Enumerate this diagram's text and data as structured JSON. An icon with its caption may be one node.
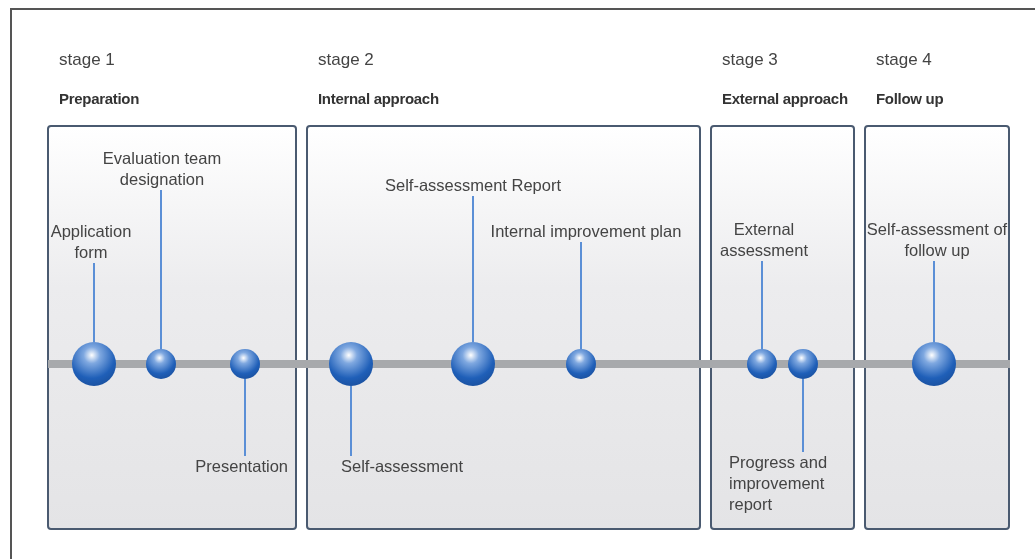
{
  "diagram": {
    "nodes": [
      {
        "text": [
          "stage 1",
          "Preparation"
        ]
      },
      {
        "text": [
          "Evaluation team designation"
        ],
        "in": 0
      },
      {
        "text": [
          "Application form"
        ],
        "in": 0
      },
      {
        "text": [],
        "shape": "circle",
        "in": 0
      },
      {
        "text": [],
        "shape": "circle",
        "in": 0
      },
      {
        "text": [],
        "shape": "circle",
        "in": 0
      },
      {
        "text": [
          "Presentation"
        ],
        "in": 0
      },
      {
        "text": [
          "stage 2",
          "Internal approach"
        ]
      },
      {
        "text": [
          "Self-assessment Report"
        ],
        "in": 7
      },
      {
        "text": [
          "Internal improvement plan"
        ],
        "in": 7
      },
      {
        "text": [],
        "shape": "circle",
        "in": 7
      },
      {
        "text": [],
        "shape": "circle",
        "in": 7
      },
      {
        "text": [],
        "shape": "circle",
        "in": 7
      },
      {
        "text": [
          "Self-assessment"
        ],
        "in": 7
      },
      {
        "text": [
          "stage 3",
          "External approach"
        ]
      },
      {
        "text": [
          "External assessment"
        ],
        "in": 14
      },
      {
        "text": [],
        "shape": "circle",
        "in": 14
      },
      {
        "text": [],
        "shape": "circle",
        "in": 14
      },
      {
        "text": [
          "Progress and improvement report"
        ],
        "in": 14
      },
      {
        "text": [
          "stage 4",
          "Follow up"
        ]
      },
      {
        "text": [
          "Self-assessment of follow up"
        ],
        "in": 19
      },
      {
        "text": [],
        "shape": "circle",
        "in": 19
      }
    ],
    "edges": [
      {
        "from": 2,
        "to": 3,
        "arrow": "none"
      },
      {
        "from": 1,
        "to": 4,
        "arrow": "none"
      },
      {
        "from": 6,
        "to": 5,
        "arrow": "none"
      },
      {
        "from": 13,
        "to": 10,
        "arrow": "none"
      },
      {
        "from": 8,
        "to": 11,
        "arrow": "none"
      },
      {
        "from": 9,
        "to": 12,
        "arrow": "none"
      },
      {
        "from": 15,
        "to": 16,
        "arrow": "none"
      },
      {
        "from": 18,
        "to": 17,
        "arrow": "none"
      },
      {
        "from": 20,
        "to": 21,
        "arrow": "none"
      }
    ]
  }
}
